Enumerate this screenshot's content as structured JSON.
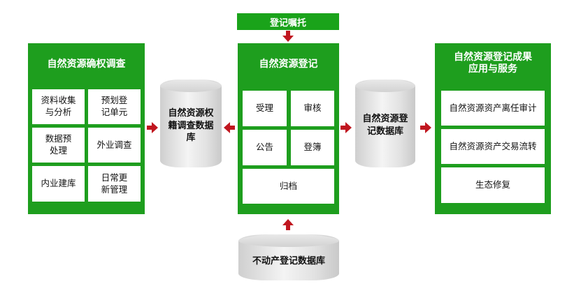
{
  "top_banner": "登记嘱托",
  "left_panel": {
    "title": "自然资源确权调查",
    "cells": [
      "资料收集\n与分析",
      "预划登\n记单元",
      "数据预\n处理",
      "外业调查",
      "内业建库",
      "日常更\n新管理"
    ]
  },
  "cyl_left": "自然资源权\n籍调查数据\n库",
  "center_panel": {
    "title": "自然资源登记",
    "cells": [
      "受理",
      "审核",
      "公告",
      "登簿"
    ],
    "archive": "归档"
  },
  "cyl_right": "自然资源登\n记数据库",
  "right_panel": {
    "title": "自然资源登记成果\n应用与服务",
    "items": [
      "自然资源资产离任审计",
      "自然资源资产交易流转",
      "生态修复"
    ]
  },
  "cyl_bottom": "不动产登记数据库",
  "colors": {
    "panel_green": "#1e9e1e",
    "arrow_red": "#c0161f"
  }
}
